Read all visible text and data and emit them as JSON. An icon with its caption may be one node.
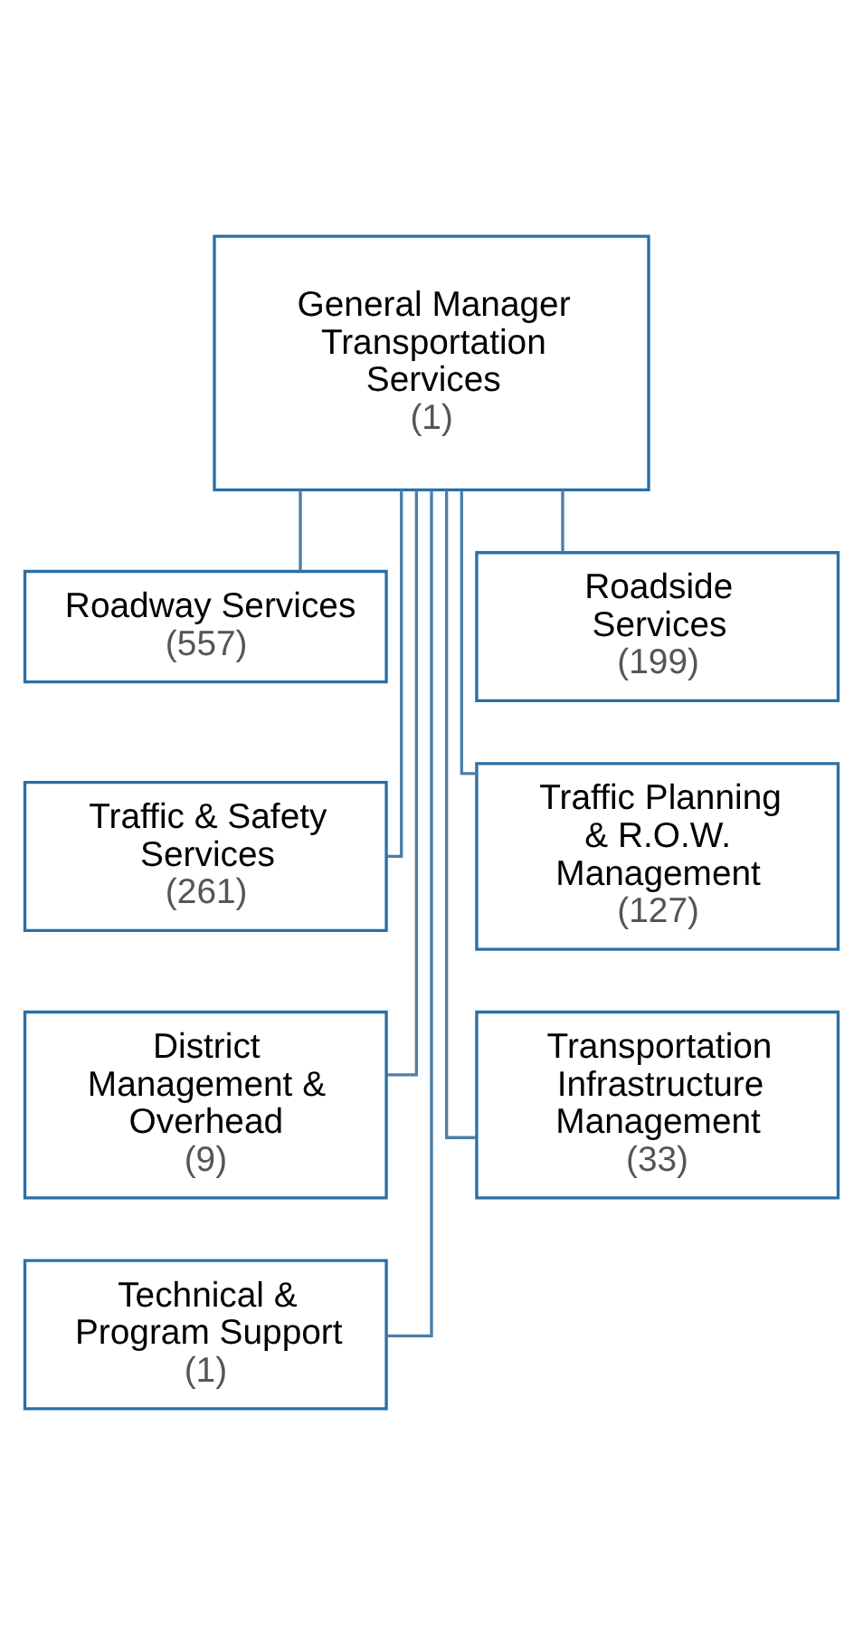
{
  "diagram": {
    "nodes": [
      {
        "text": [
          "General Manager Transportation Services",
          "(1)"
        ]
      },
      {
        "text": [
          "Roadway Services",
          "(557)"
        ]
      },
      {
        "text": [
          "Roadside Services",
          "(199)"
        ]
      },
      {
        "text": [
          "Traffic & Safety Services",
          "(261)"
        ]
      },
      {
        "text": [
          "Traffic Planning & R.O.W. Management",
          "(127)"
        ]
      },
      {
        "text": [
          "District Management & Overhead",
          "(9)"
        ]
      },
      {
        "text": [
          "Transportation Infrastructure Management",
          "(33)"
        ]
      },
      {
        "text": [
          "Technical & Program Support",
          "(1)"
        ]
      }
    ],
    "edges": [
      {
        "from": 0,
        "to": 1,
        "arrow": "none"
      },
      {
        "from": 0,
        "to": 2,
        "arrow": "none"
      },
      {
        "from": 0,
        "to": 3,
        "arrow": "none"
      },
      {
        "from": 0,
        "to": 4,
        "arrow": "none"
      },
      {
        "from": 0,
        "to": 5,
        "arrow": "none"
      },
      {
        "from": 0,
        "to": 6,
        "arrow": "none"
      },
      {
        "from": 0,
        "to": 7,
        "arrow": "none"
      }
    ]
  }
}
